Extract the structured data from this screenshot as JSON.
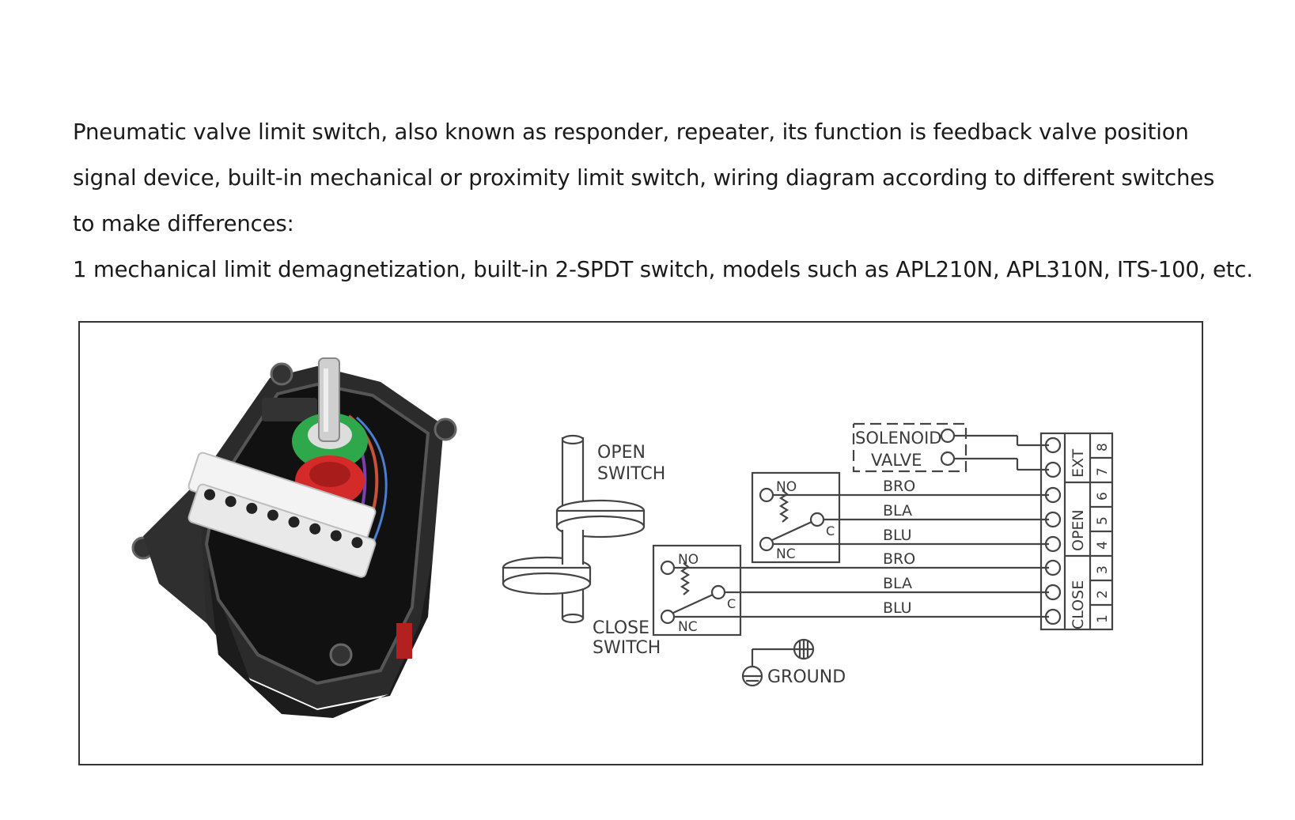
{
  "intro": {
    "line1": "Pneumatic valve limit switch, also known as responder, repeater, its function is feedback valve position",
    "line2": "signal device, built-in mechanical or proximity limit switch, wiring diagram according to different switches",
    "line3": "to make differences:",
    "line4": "1 mechanical limit demagnetization, built-in 2-SPDT switch, models such as APL210N, APL310N, ITS-100, etc."
  },
  "diagram": {
    "open_switch": [
      "OPEN",
      "SWITCH"
    ],
    "close_switch": [
      "CLOSE",
      "SWITCH"
    ],
    "solenoid": [
      "SOLENOID",
      "VALVE"
    ],
    "switch_labels": {
      "no": "NO",
      "nc": "NC",
      "c": "C"
    },
    "wires": [
      "BRO",
      "BLA",
      "BLU",
      "BRO",
      "BLA",
      "BLU"
    ],
    "ground": "GROUND",
    "terminal_groups": [
      "CLOSE",
      "OPEN",
      "EXT"
    ],
    "terminal_numbers": [
      "1",
      "2",
      "3",
      "4",
      "5",
      "6",
      "7",
      "8"
    ]
  }
}
